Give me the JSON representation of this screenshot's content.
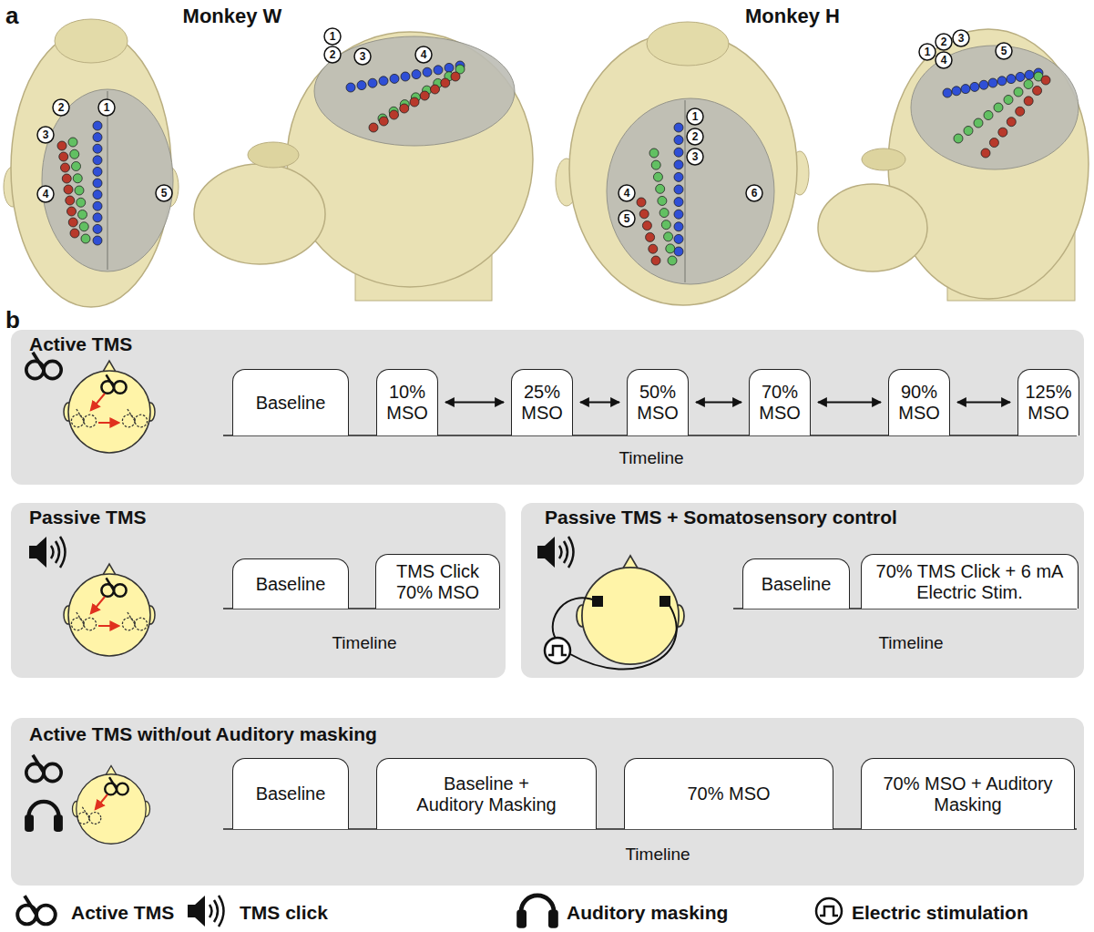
{
  "diagram": {
    "nodes": [
      {
        "text": [
          "Active TMS"
        ]
      },
      {
        "text": [
          "Baseline"
        ],
        "in": 0
      },
      {
        "text": [
          "10% MSO"
        ],
        "in": 0
      },
      {
        "text": [
          "25% MSO"
        ],
        "in": 0
      },
      {
        "text": [
          "50% MSO"
        ],
        "in": 0
      },
      {
        "text": [
          "70% MSO"
        ],
        "in": 0
      },
      {
        "text": [
          "90% MSO"
        ],
        "in": 0
      },
      {
        "text": [
          "125% MSO"
        ],
        "in": 0
      },
      {
        "text": [
          "Passive TMS"
        ]
      },
      {
        "text": [
          "Baseline"
        ],
        "in": 8
      },
      {
        "text": [
          "TMS Click 70% MSO"
        ],
        "in": 8
      },
      {
        "text": [
          "Passive TMS + Somatosensory control"
        ]
      },
      {
        "text": [
          "Baseline"
        ],
        "in": 11
      },
      {
        "text": [
          "70% TMS Click + 6 mA Electric Stim."
        ],
        "in": 11
      },
      {
        "text": [
          "Active TMS with/out Auditory masking"
        ]
      },
      {
        "text": [
          "Baseline"
        ],
        "in": 14
      },
      {
        "text": [
          "Baseline + Auditory Masking"
        ],
        "in": 14
      },
      {
        "text": [
          "70% MSO"
        ],
        "in": 14
      },
      {
        "text": [
          "70% MSO + Auditory Masking"
        ],
        "in": 14
      }
    ],
    "edges": [
      {
        "from": 2,
        "to": 3,
        "arrow": "both"
      },
      {
        "from": 3,
        "to": 4,
        "arrow": "both"
      },
      {
        "from": 4,
        "to": 5,
        "arrow": "both"
      },
      {
        "from": 5,
        "to": 6,
        "arrow": "both"
      },
      {
        "from": 6,
        "to": 7,
        "arrow": "both"
      }
    ],
    "labels": [
      "a",
      "Monkey W",
      "1",
      "2",
      "3",
      "4",
      "5",
      "1",
      "2",
      "3",
      "4",
      "Monkey H",
      "1",
      "2",
      "3",
      "4",
      "5",
      "6",
      "1",
      "2",
      "3",
      "4",
      "5",
      "b",
      "Timeline",
      "Timeline",
      "Timeline",
      "Timeline"
    ],
    "legend": [
      {
        "text": "Active TMS"
      },
      {
        "text": "TMS click"
      },
      {
        "text": "Auditory masking"
      },
      {
        "text": "Electric stimulation"
      }
    ]
  }
}
